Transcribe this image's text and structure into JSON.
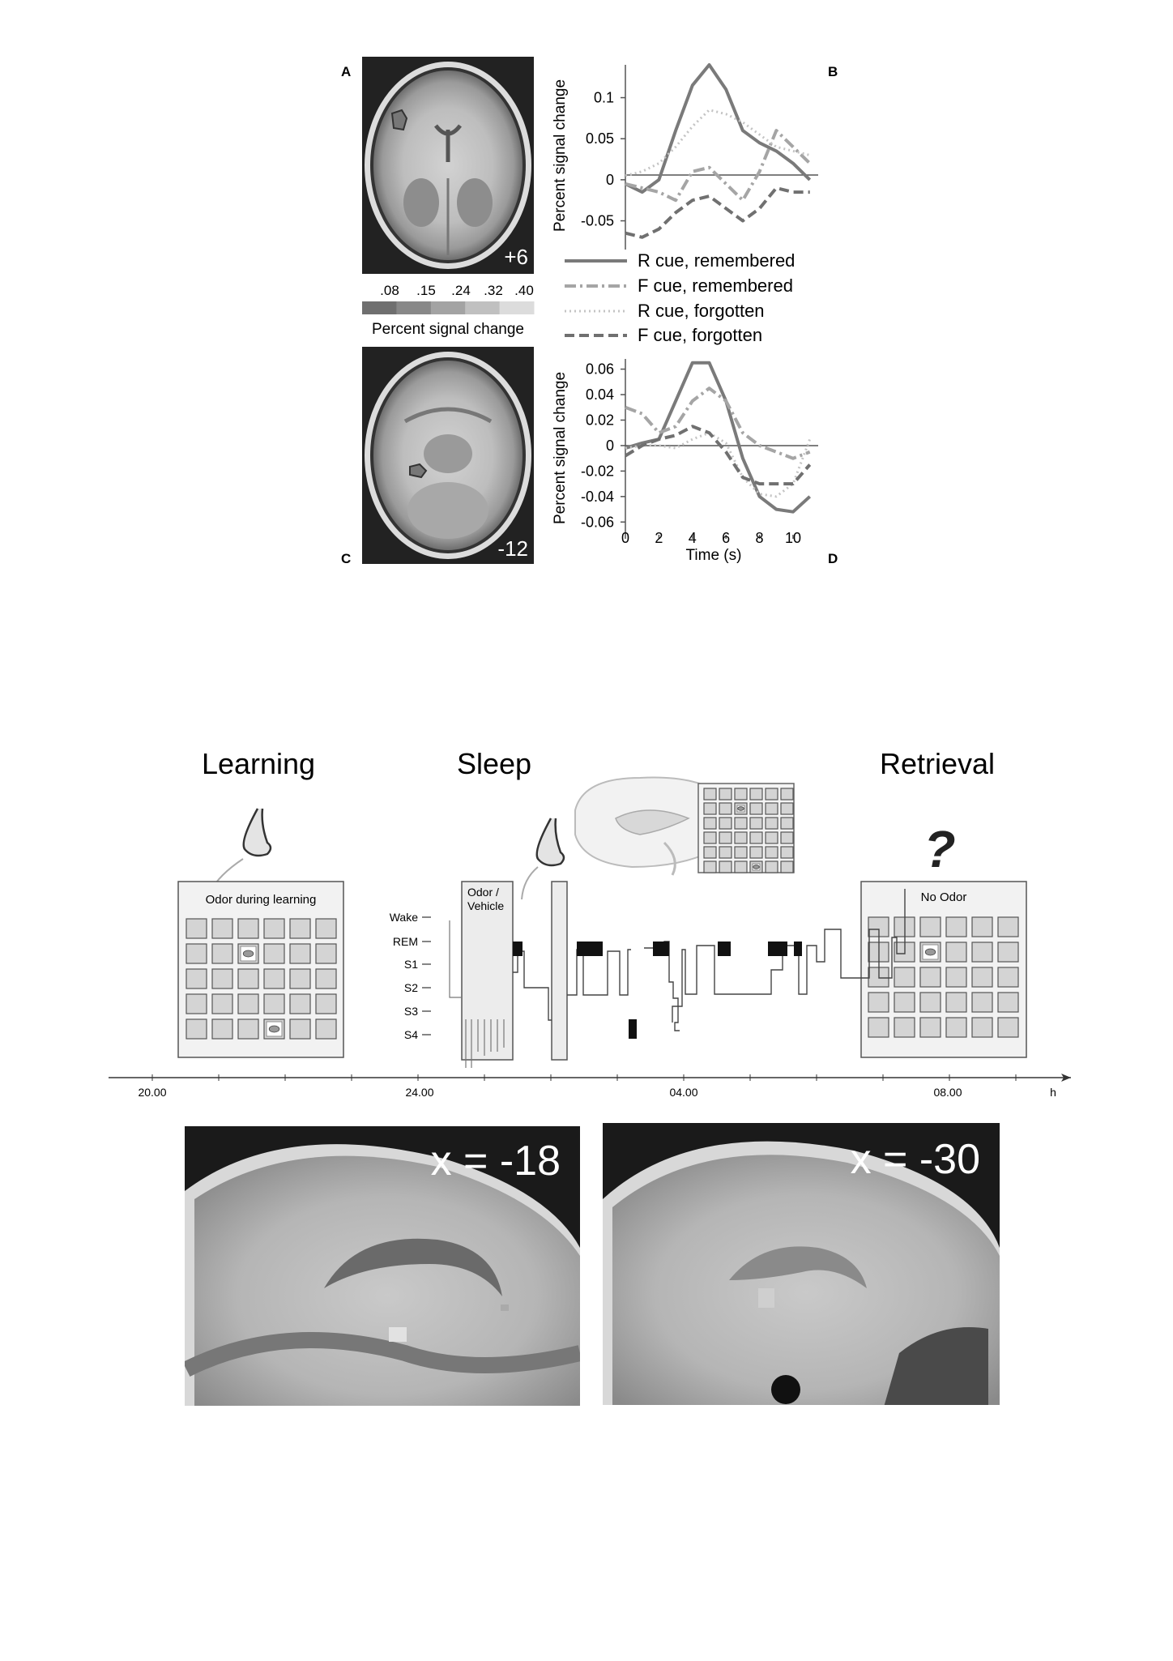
{
  "figure_top": {
    "panel_labels": {
      "a": "A",
      "b": "B",
      "c": "C",
      "d": "D"
    },
    "slice_a": "+6",
    "slice_c": "-12",
    "colorbar": {
      "ticks": [
        ".08",
        ".15",
        ".24",
        ".32",
        ".40"
      ],
      "label": "Percent signal change",
      "colors": [
        "#6f6f6f",
        "#888888",
        "#a3a3a3",
        "#c0c0c0",
        "#dcdcdc"
      ]
    },
    "legend": [
      {
        "label": "R cue, remembered",
        "style": "solid"
      },
      {
        "label": "F cue, remembered",
        "style": "dashdot"
      },
      {
        "label": "R cue, forgotten",
        "style": "dotted"
      },
      {
        "label": "F cue, forgotten",
        "style": "dashed"
      }
    ]
  },
  "chart_data": [
    {
      "type": "line",
      "panel": "B",
      "xlabel": "",
      "ylabel": "Percent signal change",
      "xlim": [
        0,
        11.5
      ],
      "ylim": [
        -0.085,
        0.14
      ],
      "yticks": [
        0.1,
        0.05,
        0,
        -0.05
      ],
      "ytick_labels": [
        "0.1",
        "0.05",
        "0",
        "-0.05"
      ],
      "x": [
        0,
        1,
        2,
        3,
        4,
        5,
        6,
        7,
        8,
        9,
        10,
        11
      ],
      "series": [
        {
          "name": "R cue, remembered",
          "color": "#7a7a7a",
          "values": [
            -0.005,
            -0.015,
            0.0,
            0.06,
            0.115,
            0.14,
            0.11,
            0.06,
            0.045,
            0.035,
            0.02,
            0.0
          ]
        },
        {
          "name": "F cue, remembered",
          "color": "#a5a5a5",
          "values": [
            -0.005,
            -0.01,
            -0.015,
            -0.025,
            0.01,
            0.015,
            -0.005,
            -0.025,
            0.01,
            0.06,
            0.04,
            0.02
          ]
        },
        {
          "name": "R cue, forgotten",
          "color": "#c4c4c4",
          "values": [
            0.005,
            0.01,
            0.02,
            0.04,
            0.065,
            0.085,
            0.08,
            0.07,
            0.055,
            0.04,
            0.035,
            0.03
          ]
        },
        {
          "name": "F cue, forgotten",
          "color": "#707070",
          "values": [
            -0.065,
            -0.07,
            -0.06,
            -0.04,
            -0.025,
            -0.02,
            -0.035,
            -0.05,
            -0.035,
            -0.01,
            -0.015,
            -0.015
          ]
        }
      ]
    },
    {
      "type": "line",
      "panel": "D",
      "xlabel": "Time (s)",
      "ylabel": "Percent signal change",
      "xlim": [
        0,
        11.5
      ],
      "ylim": [
        -0.07,
        0.068
      ],
      "xticks": [
        0,
        2,
        4,
        6,
        8,
        10
      ],
      "xtick_labels": [
        "0",
        "2",
        "4",
        "6",
        "8",
        "10"
      ],
      "yticks": [
        0.06,
        0.04,
        0.02,
        0,
        -0.02,
        -0.04,
        -0.06
      ],
      "ytick_labels": [
        "0.06",
        "0.04",
        "0.02",
        "0",
        "-0.02",
        "-0.04",
        "-0.06"
      ],
      "x": [
        0,
        1,
        2,
        3,
        4,
        5,
        6,
        7,
        8,
        9,
        10,
        11
      ],
      "series": [
        {
          "name": "R cue, remembered",
          "color": "#7a7a7a",
          "values": [
            -0.002,
            0.002,
            0.005,
            0.035,
            0.065,
            0.065,
            0.035,
            -0.01,
            -0.04,
            -0.05,
            -0.052,
            -0.04
          ]
        },
        {
          "name": "F cue, remembered",
          "color": "#a5a5a5",
          "values": [
            0.03,
            0.025,
            0.01,
            0.015,
            0.035,
            0.045,
            0.035,
            0.01,
            0.0,
            -0.005,
            -0.01,
            -0.005
          ]
        },
        {
          "name": "R cue, forgotten",
          "color": "#c4c4c4",
          "values": [
            -0.002,
            0.0,
            0.0,
            -0.002,
            0.005,
            0.01,
            0.002,
            -0.025,
            -0.038,
            -0.04,
            -0.03,
            0.005
          ]
        },
        {
          "name": "F cue, forgotten",
          "color": "#707070",
          "values": [
            -0.008,
            0.0,
            0.005,
            0.008,
            0.015,
            0.01,
            -0.005,
            -0.025,
            -0.03,
            -0.03,
            -0.03,
            -0.015
          ]
        }
      ]
    }
  ],
  "figure_bottom": {
    "phases": {
      "learning": "Learning",
      "sleep": "Sleep",
      "retrieval": "Retrieval"
    },
    "question_mark": "?",
    "learning_box_title": "Odor during learning",
    "retrieval_box_title": "No Odor",
    "odor_label_line1": "Odor /",
    "odor_label_line2": "Vehicle",
    "sleep_stages": [
      "Wake",
      "REM",
      "S1",
      "S2",
      "S3",
      "S4"
    ],
    "timeline_ticks": [
      "20.00",
      "24.00",
      "04.00",
      "08.00"
    ],
    "timeline_unit": "h",
    "mri_left_label": "x = -18",
    "mri_right_label": "x = -30"
  }
}
